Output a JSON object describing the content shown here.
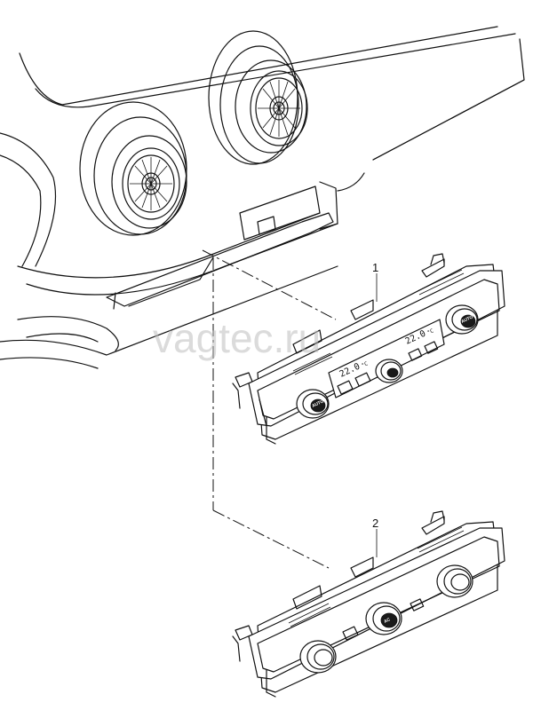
{
  "callouts": {
    "part1": "1",
    "part2": "2"
  },
  "watermark": "vagtec.ru",
  "unit1": {
    "temp_left": "22.0",
    "temp_left_unit": "°C",
    "temp_right": "22.0",
    "temp_right_unit": "°C",
    "auto_label": "AUTO",
    "auto_label_right": "AUTO"
  },
  "unit2": {
    "ac_label": "AC"
  }
}
